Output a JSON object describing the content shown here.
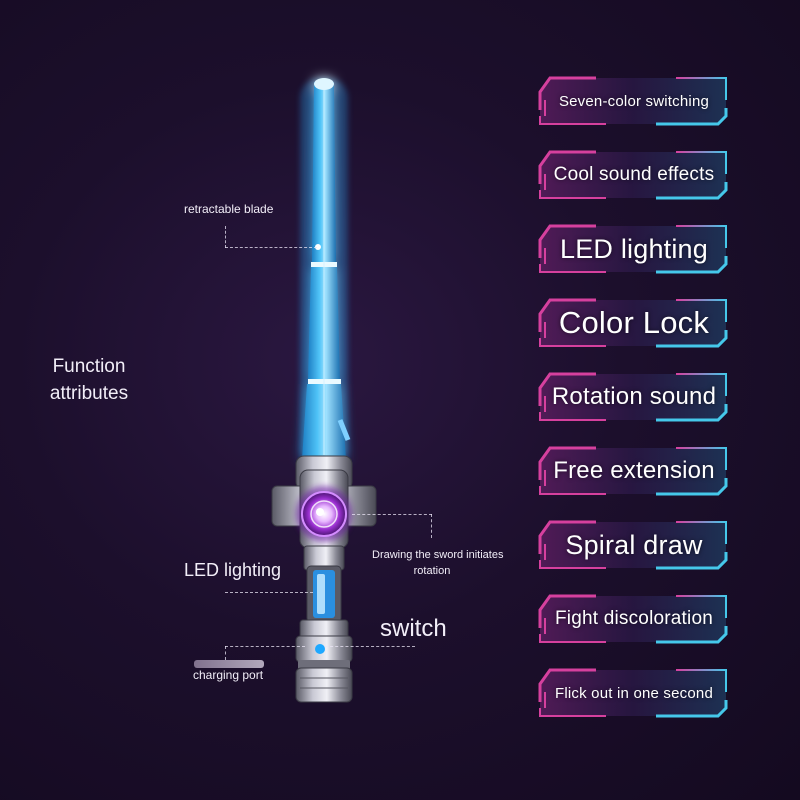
{
  "labels": {
    "function_attributes_line1": "Function",
    "function_attributes_line2": "attributes",
    "retractable_blade": "retractable blade",
    "led_lighting": "LED lighting",
    "drawing_line1": "Drawing the sword initiates",
    "drawing_line2": "rotation",
    "switch": "switch",
    "charging_port": "charging port"
  },
  "features": [
    {
      "text": "Seven-color switching",
      "size": "small"
    },
    {
      "text": "Cool sound effects",
      "size": "medium"
    },
    {
      "text": "LED lighting",
      "size": "large"
    },
    {
      "text": "Color Lock",
      "size": "xlarge"
    },
    {
      "text": "Rotation sound",
      "size": "medium-large"
    },
    {
      "text": "Free extension",
      "size": "medium-large"
    },
    {
      "text": "Spiral draw",
      "size": "large"
    },
    {
      "text": "Fight discoloration",
      "size": "medium"
    },
    {
      "text": "Flick out in one second",
      "size": "small"
    }
  ],
  "colors": {
    "background": "#1c0f2c",
    "blade": "#3fb4f0",
    "blade_glow": "#bfe9ff",
    "frame_pink": "#d6409e",
    "frame_cyan": "#45c8ea",
    "hilt_purple": "#b04ad8",
    "handle_metal": "#9a9aa8"
  },
  "icons": [
    "lightsaber-toy-image"
  ]
}
